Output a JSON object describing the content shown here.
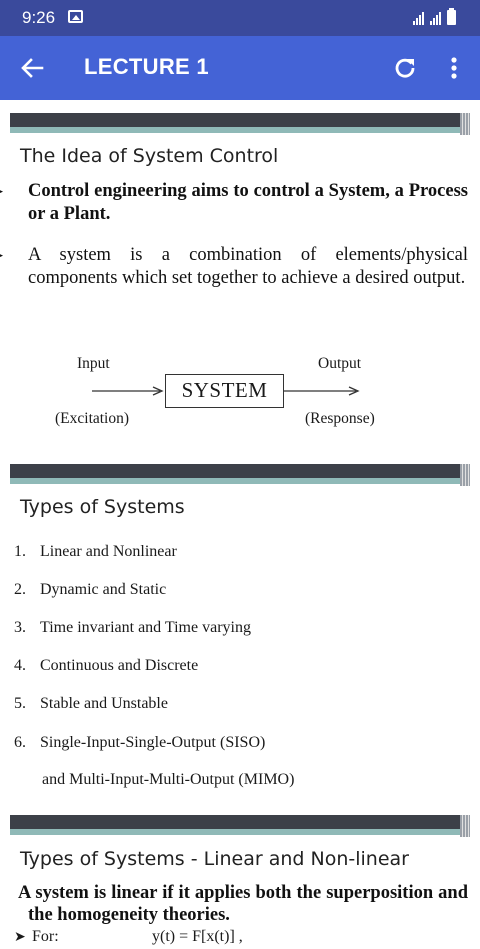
{
  "status_bar": {
    "time": "9:26"
  },
  "app_bar": {
    "title": "LECTURE 1"
  },
  "slide1": {
    "heading": "The Idea of System Control",
    "bullet1": "Control engineering aims to control a System, a Process or a Plant.",
    "bullet2": "A system is a combination of elements/physical components which set together to achieve a desired output.",
    "diagram": {
      "input_label": "Input",
      "output_label": "Output",
      "box_label": "SYSTEM",
      "input_sub": "(Excitation)",
      "output_sub": "(Response)"
    }
  },
  "slide2": {
    "heading": "Types of Systems",
    "items": [
      {
        "num": "1.",
        "text": "Linear and Nonlinear"
      },
      {
        "num": "2.",
        "text": "Dynamic and Static"
      },
      {
        "num": "3.",
        "text": "Time invariant and Time varying"
      },
      {
        "num": "4.",
        "text": "Continuous and Discrete"
      },
      {
        "num": "5.",
        "text": "Stable and Unstable"
      },
      {
        "num": "6.",
        "text": "Single-Input-Single-Output (SISO)"
      }
    ],
    "item6_cont": "and Multi-Input-Multi-Output (MIMO)"
  },
  "slide3": {
    "heading": "Types of Systems - Linear and Non-linear",
    "bullet1": "A system is linear if it applies both the superposition and the homogeneity theories.",
    "for_label": "For:",
    "formula": "y(t) = F[x(t)] ,"
  },
  "colors": {
    "status_bar": "#3a4a9c",
    "app_bar": "#4463d6",
    "slide_bar_dark": "#3c4048",
    "slide_bar_teal": "#8fb9b7"
  },
  "icons": {
    "back": "arrow-left-icon",
    "refresh": "refresh-icon",
    "more": "more-vertical-icon",
    "bullet": "arrowhead-bullet-icon"
  }
}
